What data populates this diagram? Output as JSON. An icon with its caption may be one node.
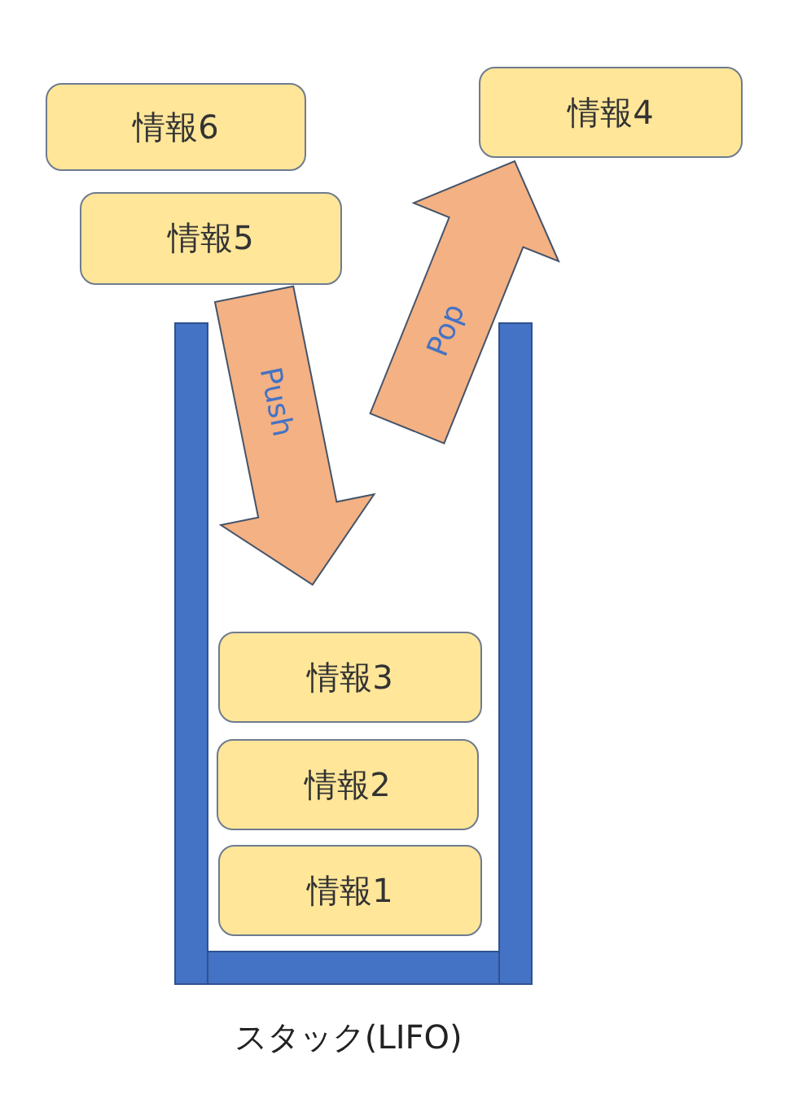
{
  "diagram": {
    "nodes": [
      {
        "text": [
          "情報6"
        ]
      },
      {
        "text": [
          "情報4"
        ]
      },
      {
        "text": [
          "情報5"
        ]
      },
      {
        "text": [],
        "shape": "box",
        "beside": [
          "スタック(LIFO)"
        ]
      },
      {
        "text": [
          "情報3"
        ],
        "in": 3
      },
      {
        "text": [
          "情報2"
        ],
        "in": 3
      },
      {
        "text": [
          "情報1"
        ],
        "in": 3
      }
    ],
    "edges": [
      {
        "from": 2,
        "to": 3,
        "arrow": "to",
        "label": "Push"
      },
      {
        "from": 3,
        "to": 1,
        "arrow": "to",
        "label": "Pop"
      }
    ]
  }
}
